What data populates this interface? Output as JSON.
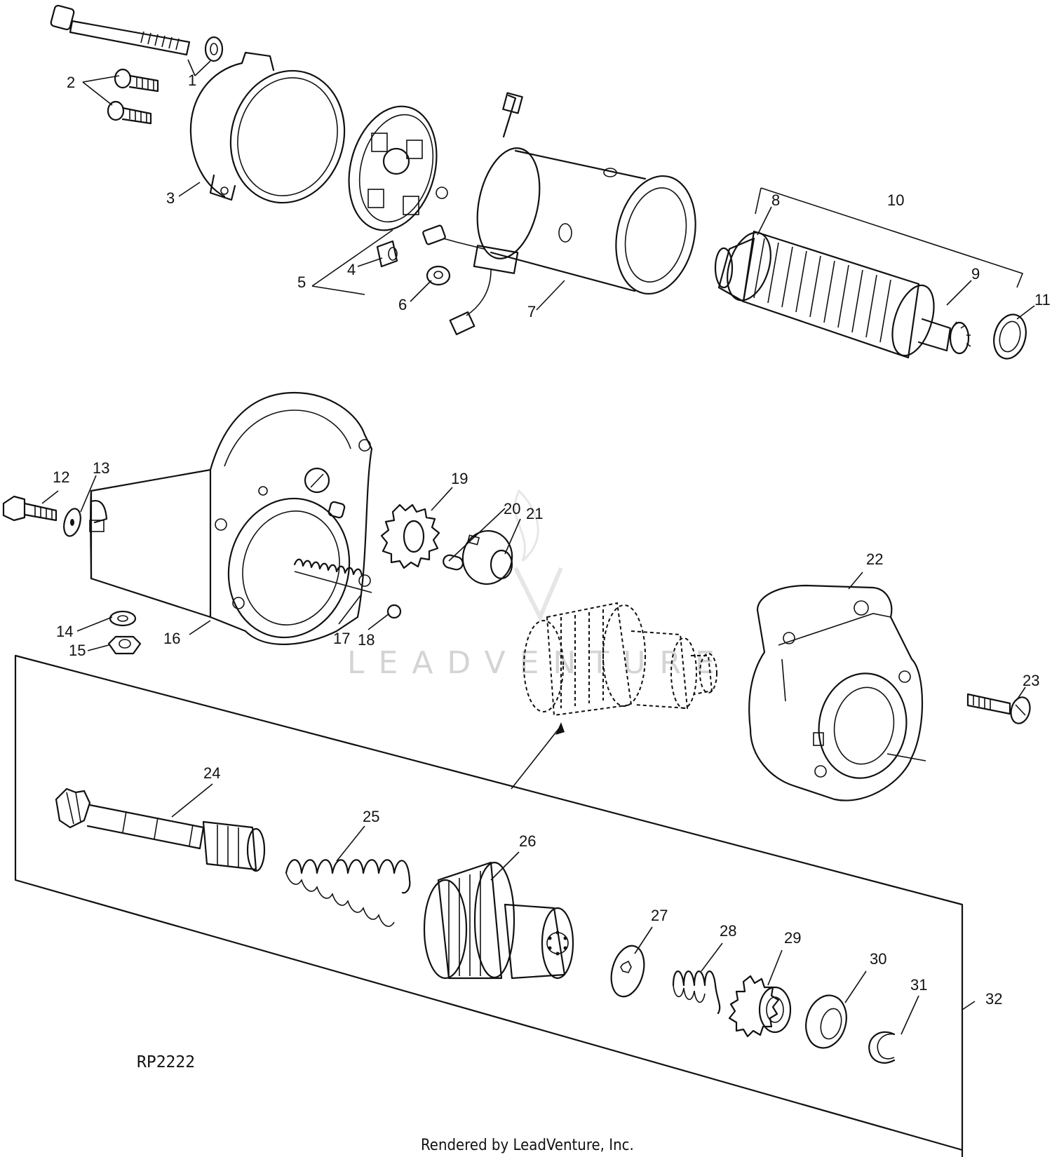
{
  "callouts": [
    "1",
    "2",
    "3",
    "4",
    "5",
    "6",
    "7",
    "8",
    "9",
    "10",
    "11",
    "12",
    "13",
    "14",
    "15",
    "16",
    "17",
    "18",
    "19",
    "20",
    "21",
    "22",
    "23",
    "24",
    "25",
    "26",
    "27",
    "28",
    "29",
    "30",
    "31",
    "32"
  ],
  "figure_ref": "RP2222",
  "watermark": "LEADVENTURE",
  "footer": "Rendered by LeadVenture, Inc."
}
